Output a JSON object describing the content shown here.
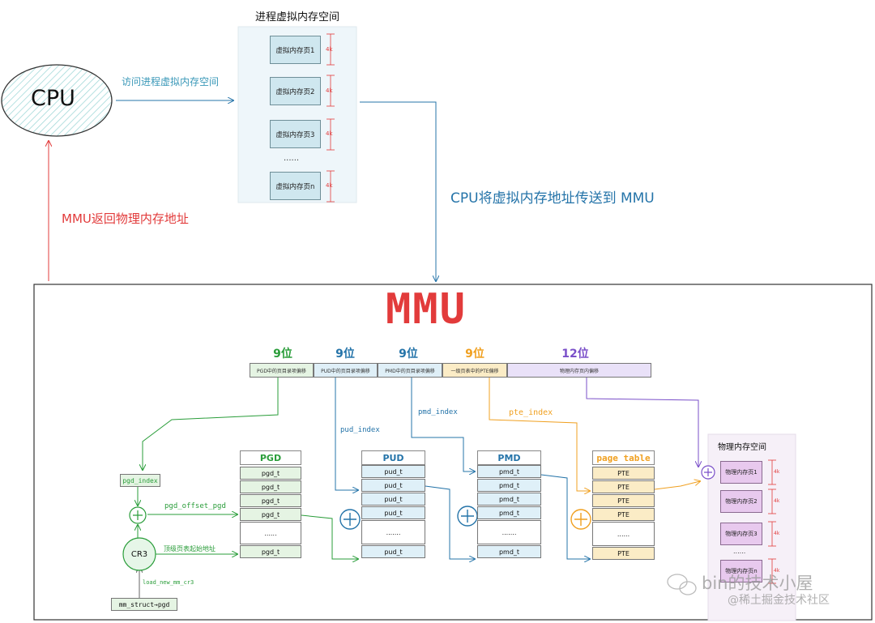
{
  "cpu": {
    "label": "CPU",
    "access_label": "访问进程虚拟内存空间",
    "return_label": "MMU返回物理内存地址"
  },
  "virtual_space": {
    "title": "进程虚拟内存空间",
    "pages": [
      "虚拟内存页1",
      "虚拟内存页2",
      "虚拟内存页3",
      "虚拟内存页n"
    ],
    "ellipsis": "......",
    "size_label": "4k"
  },
  "transfer_label": "CPU将虚拟内存地址传送到 MMU",
  "mmu": {
    "title": "MMU",
    "fields": [
      {
        "bits": "9位",
        "label": "PGD中的页目录项偏移",
        "color": "#2a9d3a"
      },
      {
        "bits": "9位",
        "label": "PUD中的页目录项偏移",
        "color": "#2574a9"
      },
      {
        "bits": "9位",
        "label": "PMD中的页目录项偏移",
        "color": "#2574a9"
      },
      {
        "bits": "9位",
        "label": "一级页表中的PTE偏移",
        "color": "#f0a020"
      },
      {
        "bits": "12位",
        "label": "物理内存页内偏移",
        "color": "#7a4fc9"
      }
    ],
    "index_labels": {
      "pgd": "pgd_index",
      "pud": "pud_index",
      "pmd": "pmd_index",
      "pte": "pte_index"
    },
    "pgd_offset_label": "pgd_offset_pgd",
    "cr3": {
      "label": "CR3",
      "desc": "顶级页表起始地址",
      "load_label": "load_new_mm_cr3",
      "source": "mm_struct→pgd"
    },
    "tables": {
      "pgd": {
        "title": "PGD",
        "entry": "pgd_t",
        "ellipsis": "......"
      },
      "pud": {
        "title": "PUD",
        "entry": "pud_t",
        "ellipsis": "......."
      },
      "pmd": {
        "title": "PMD",
        "entry": "pmd_t",
        "ellipsis": "......."
      },
      "pte": {
        "title": "page table",
        "entry": "PTE",
        "ellipsis": "......"
      }
    },
    "physical": {
      "title": "物理内存空间",
      "pages": [
        "物理内存页1",
        "物理内存页2",
        "物理内存页3",
        "物理内存页n"
      ],
      "ellipsis": "......",
      "size_label": "4k"
    }
  },
  "watermark": {
    "line1": "bin的技术小屋",
    "line2": "@稀土掘金技术社区"
  },
  "colors": {
    "green": "#2a9d3a",
    "blue": "#2574a9",
    "orange": "#f0a020",
    "purple": "#7a4fc9",
    "red": "#e23b3b",
    "teal": "#3a98b8"
  }
}
